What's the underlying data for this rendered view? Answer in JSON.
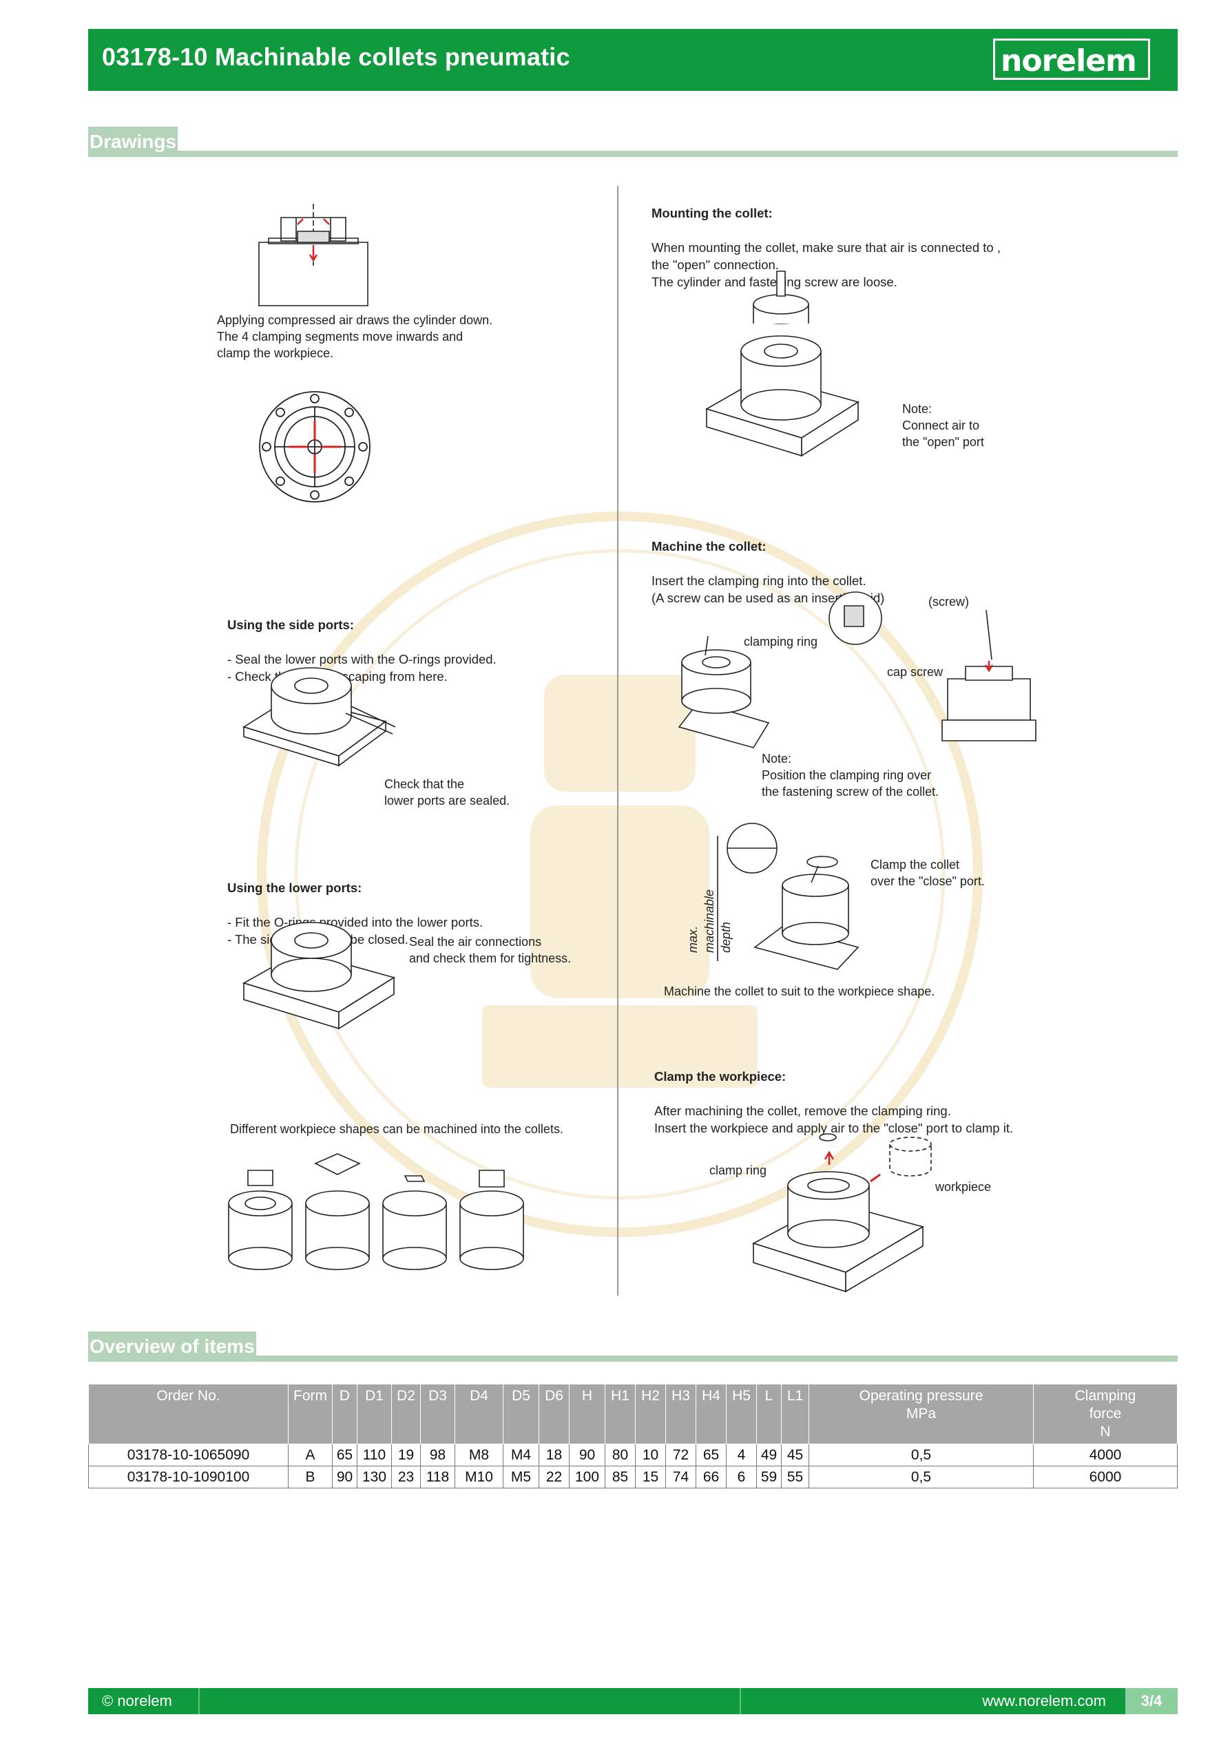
{
  "header": {
    "title": "03178-10 Machinable collets pneumatic",
    "logo": "norelem"
  },
  "sections": {
    "drawings": "Drawings",
    "overview": "Overview of items"
  },
  "left_notes": {
    "compressed_air": "Applying compressed air draws the cylinder down.\nThe 4 clamping segments move inwards and\nclamp the workpiece.",
    "side_ports_title": "Using the side ports:",
    "side_ports_body": "- Seal the lower ports with the O-rings provided.\n- Check that no air escaping from here.",
    "check_sealed": "Check that the\nlower ports are sealed.",
    "lower_ports_title": "Using the lower ports:",
    "lower_ports_body": "- Fit the O-rings provided into the lower ports.\n- The side ports must be closed.",
    "seal_connections": "Seal the air connections\nand check them for tightness.",
    "different_shapes": "Different workpiece shapes can be machined into the collets."
  },
  "right_notes": {
    "mounting_title": "Mounting the collet:",
    "mounting_body": "When mounting the collet, make sure that air is connected to ,\nthe \"open\" connection.\nThe cylinder and fastening screw are loose.",
    "note_open": "Note:\nConnect air to\nthe \"open\" port",
    "machine_title": "Machine the collet:",
    "machine_body": "Insert the clamping ring into the collet.\n(A screw can be used as an insertion aid)",
    "screw": "(screw)",
    "clamping_ring": "clamping ring",
    "cap_screw": "cap screw",
    "note_position": "Note:\nPosition the clamping ring over\nthe fastening screw of the collet.",
    "max_depth": "max.\nmachinable depth",
    "clamp_close": "Clamp the collet\nover the \"close\" port.",
    "machine_suit": "Machine the collet to suit to the workpiece shape.",
    "clamp_title": "Clamp the workpiece:",
    "clamp_body": "After machining the collet, remove the clamping ring.\nInsert the workpiece and apply air to the \"close\" port to clamp it.",
    "clamp_ring": "clamp ring",
    "workpiece": "workpiece"
  },
  "table": {
    "headers": [
      "Order No.",
      "Form",
      "D",
      "D1",
      "D2",
      "D3",
      "D4",
      "D5",
      "D6",
      "H",
      "H1",
      "H2",
      "H3",
      "H4",
      "H5",
      "L",
      "L1",
      "Operating pressure\nMPa",
      "Clamping\nforce\nN"
    ],
    "rows": [
      [
        "03178-10-1065090",
        "A",
        "65",
        "110",
        "19",
        "98",
        "M8",
        "M4",
        "18",
        "90",
        "80",
        "10",
        "72",
        "65",
        "4",
        "49",
        "45",
        "0,5",
        "4000"
      ],
      [
        "03178-10-1090100",
        "B",
        "90",
        "130",
        "23",
        "118",
        "M10",
        "M5",
        "22",
        "100",
        "85",
        "15",
        "74",
        "66",
        "6",
        "59",
        "55",
        "0,5",
        "6000"
      ]
    ]
  },
  "footer": {
    "copyright": "© norelem",
    "url": "www.norelem.com",
    "page": "3/4"
  },
  "colors": {
    "brand_green": "#0f9a3e",
    "section_bar": "#b5d3b8",
    "table_header": "#a6a6a6",
    "watermark": "#f0d9a8"
  }
}
